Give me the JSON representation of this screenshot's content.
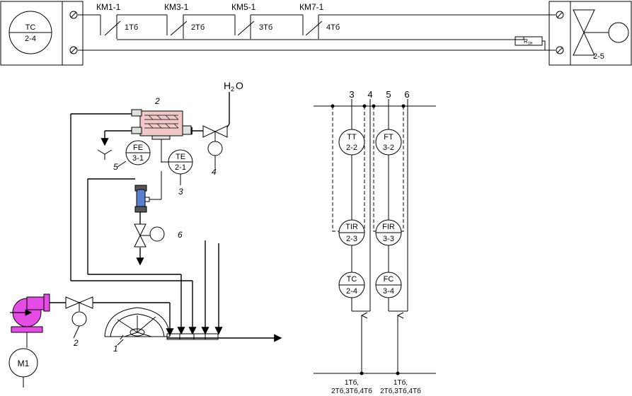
{
  "instruments": {
    "tc_panel": {
      "code": "TC",
      "num": "2-4"
    },
    "fe": {
      "code": "FE",
      "num": "3-1"
    },
    "te": {
      "code": "TE",
      "num": "2-1"
    },
    "tt": {
      "code": "TT",
      "num": "2-2"
    },
    "ft": {
      "code": "FT",
      "num": "3-2"
    },
    "tir": {
      "code": "TIR",
      "num": "2-3"
    },
    "fir": {
      "code": "FIR",
      "num": "3-3"
    },
    "tc": {
      "code": "TC",
      "num": "2-4"
    },
    "fc": {
      "code": "FC",
      "num": "3-4"
    },
    "m1": {
      "code": "M1"
    }
  },
  "contacts": [
    {
      "name": "КМ1-1",
      "label": "1Тб"
    },
    {
      "name": "КМ3-1",
      "label": "2Тб"
    },
    {
      "name": "КМ5-1",
      "label": "3Тб"
    },
    {
      "name": "КМ7-1",
      "label": "4Тб"
    }
  ],
  "resistor": "R",
  "resistor_sub": "1Н",
  "valve_actuator": "2-5",
  "water": {
    "base": "H",
    "sub": "2",
    "tail": "O"
  },
  "position_numbers": {
    "p1": "1",
    "p2": "2",
    "p2b": "2",
    "p3": "3",
    "p4": "4",
    "p5": "5",
    "p6": "6"
  },
  "lines": {
    "l3": "3",
    "l4": "4",
    "l5": "5",
    "l6": "6"
  },
  "bus": {
    "a1": "1Тб,",
    "a2": "2Тб,3Тб,4Тб",
    "b1": "1Тб,",
    "b2": "2Тб,3Тб,4Тб"
  }
}
